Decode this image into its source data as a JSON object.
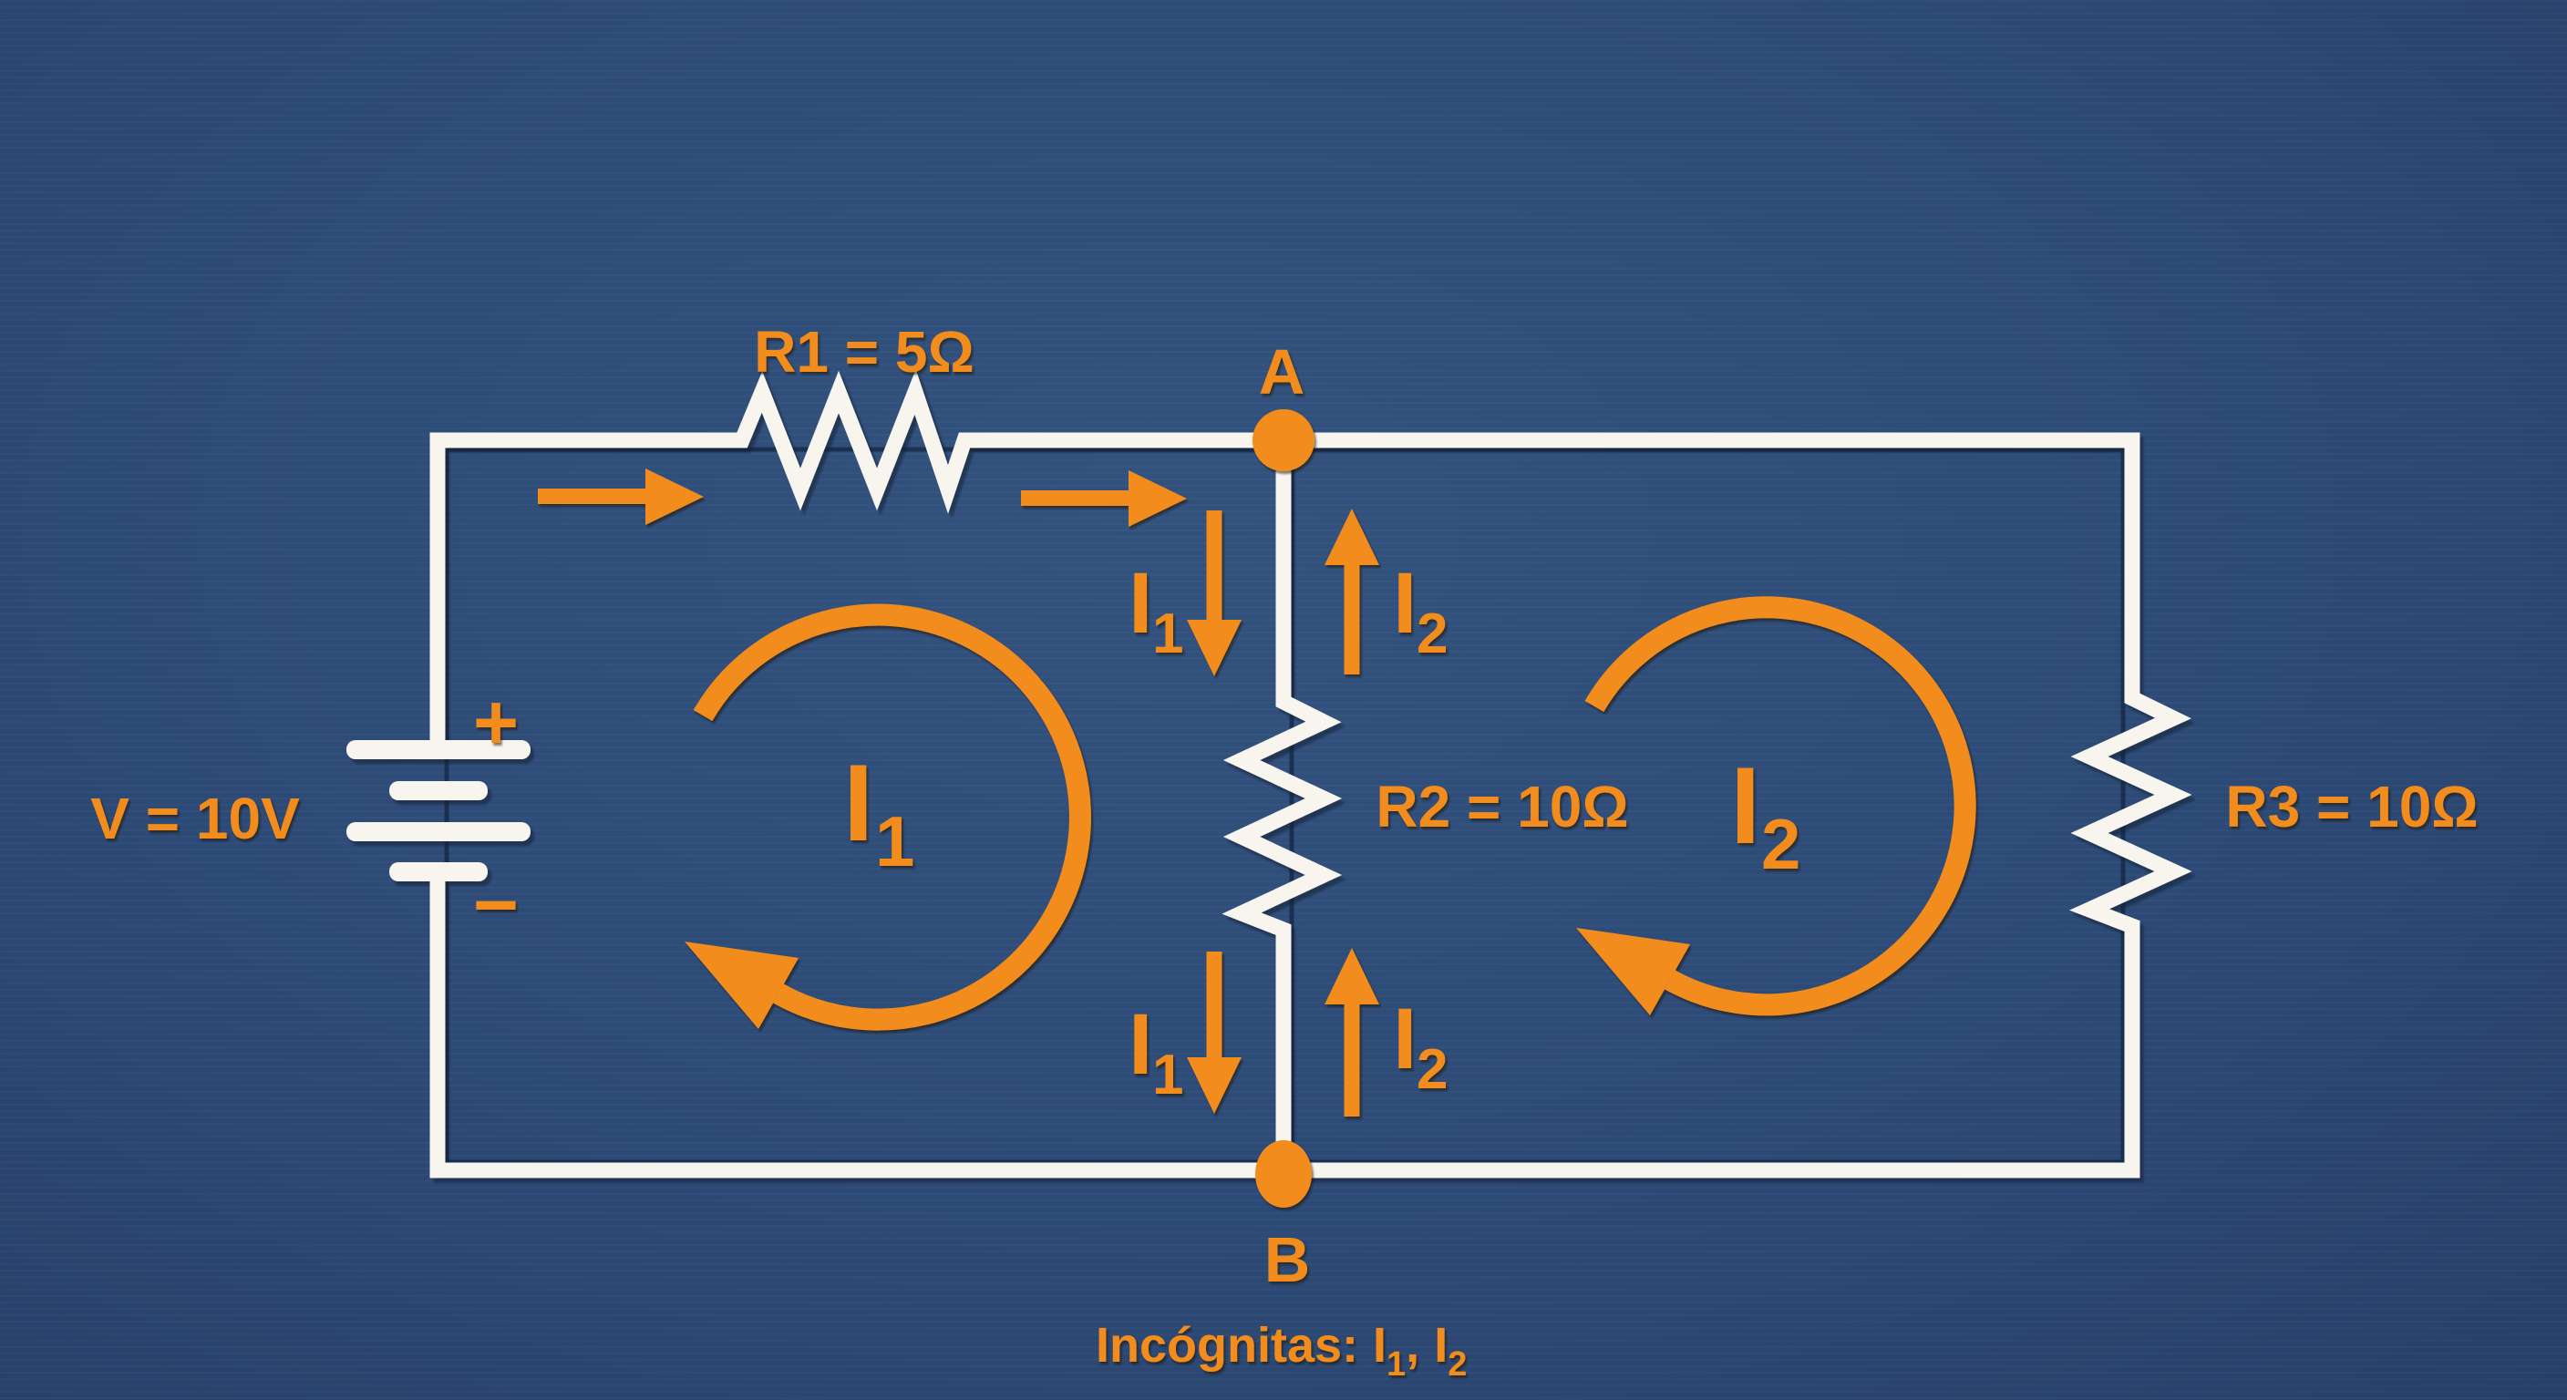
{
  "colors": {
    "background": "#2D4B77",
    "accent_orange": "#F28C1D",
    "wire_white": "#F8F5EF",
    "shadow_navy": "#14243F"
  },
  "source": {
    "label": "V = 10V",
    "plus": "+",
    "minus": "−"
  },
  "resistors": {
    "r1": "R1 = 5Ω",
    "r2": "R2 = 10Ω",
    "r3": "R3 = 10Ω"
  },
  "nodes": {
    "a": "A",
    "b": "B"
  },
  "meshes": {
    "m1": {
      "symbol": "I",
      "subscript": "1"
    },
    "m2": {
      "symbol": "I",
      "subscript": "2"
    }
  },
  "caption": {
    "prefix": "Incógnitas:",
    "unknown1_symbol": "I",
    "unknown1_sub": "1",
    "comma": ",",
    "unknown2_symbol": "I",
    "unknown2_sub": "2"
  }
}
